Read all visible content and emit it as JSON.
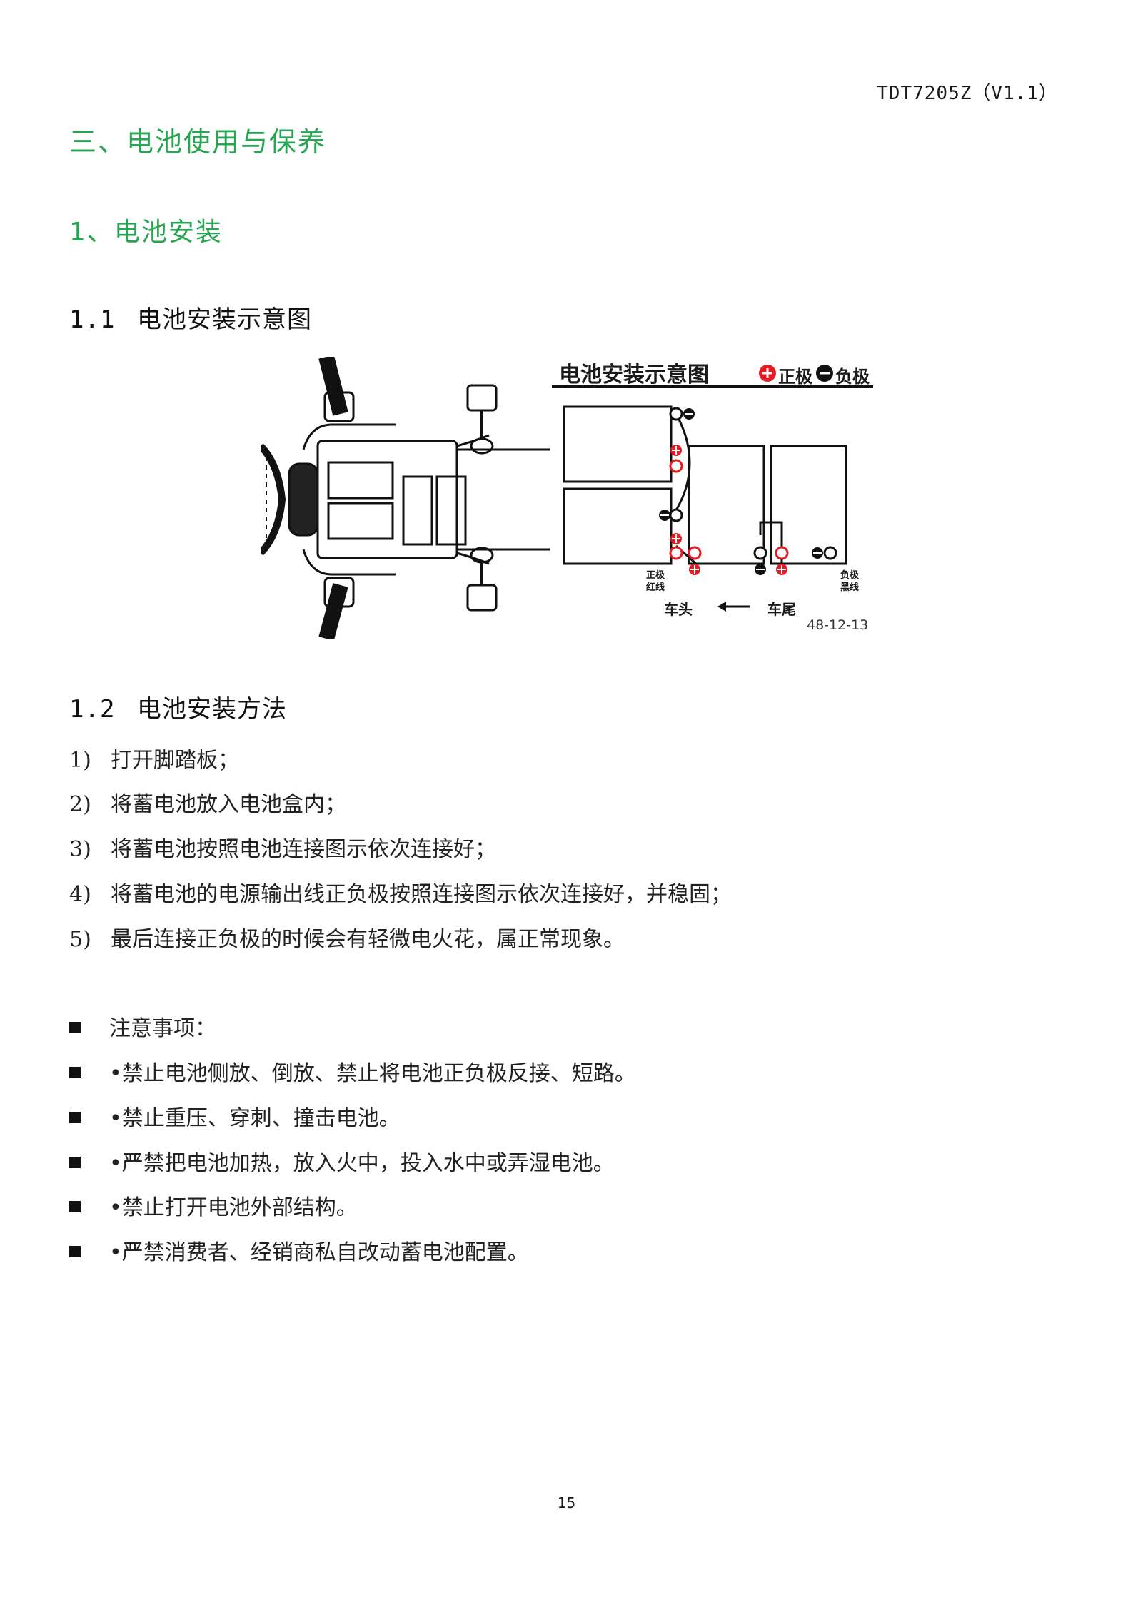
{
  "header": {
    "doc_code": "TDT7205Z（V1.1）"
  },
  "section_title": "三、电池使用与保养",
  "subsection_title": "1、电池安装",
  "sub_1_1": {
    "number": "1.1",
    "title": "电池安装示意图"
  },
  "figure": {
    "title": "电池安装示意图",
    "positive_label": "正极",
    "negative_label": "负极",
    "pos_wire_label_1": "正极",
    "pos_wire_label_2": "红线",
    "neg_wire_label_1": "负极",
    "neg_wire_label_2": "黑线",
    "front_label": "车头",
    "rear_label": "车尾",
    "code": "48-12-13",
    "colors": {
      "positive": "#e31b23",
      "wire": "#111111"
    }
  },
  "sub_1_2": {
    "number": "1.2",
    "title": "电池安装方法"
  },
  "steps": [
    {
      "n": "1)",
      "text": "打开脚踏板；"
    },
    {
      "n": "2)",
      "text": "将蓄电池放入电池盒内；"
    },
    {
      "n": "3)",
      "text": "将蓄电池按照电池连接图示依次连接好；"
    },
    {
      "n": "4)",
      "text": "将蓄电池的电源输出线正负极按照连接图示依次连接好，并稳固；"
    },
    {
      "n": "5)",
      "text": "最后连接正负极的时候会有轻微电火花，属正常现象。"
    }
  ],
  "notes": [
    "注意事项：",
    "•禁止电池侧放、倒放、禁止将电池正负极反接、短路。",
    "•禁止重压、穿刺、撞击电池。",
    "•严禁把电池加热，放入火中，投入水中或弄湿电池。",
    "•禁止打开电池外部结构。",
    "•严禁消费者、经销商私自改动蓄电池配置。"
  ],
  "footer": {
    "page_number": "15"
  }
}
